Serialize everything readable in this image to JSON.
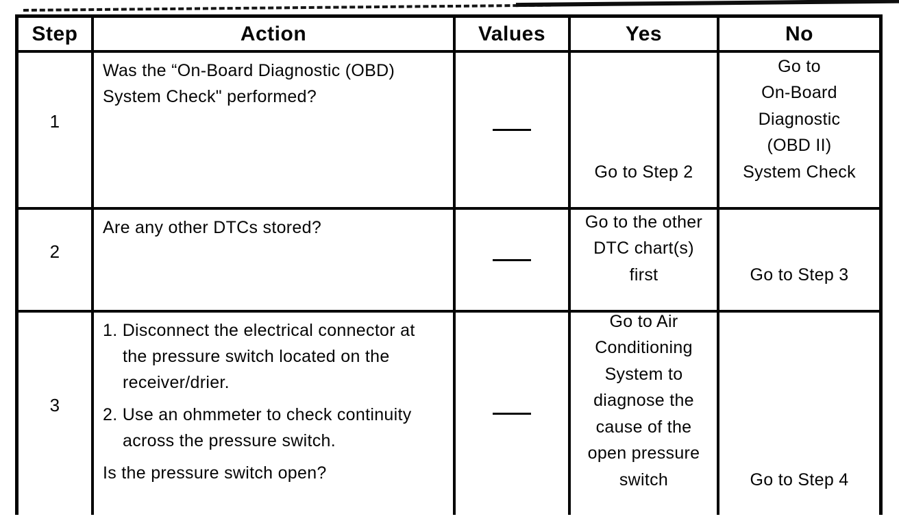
{
  "table": {
    "header": {
      "step": "Step",
      "action": "Action",
      "values": "Values",
      "yes": "Yes",
      "no": "No"
    },
    "rows": [
      {
        "step": "1",
        "action_blocks": [
          [
            "Was the “On-Board Diagnostic (OBD)",
            "System Check\" performed?"
          ]
        ],
        "values_dash": "—",
        "yes_lines": [
          "Go to Step 2"
        ],
        "no_lines": [
          "Go to",
          "On-Board",
          "Diagnostic",
          "(OBD II)",
          "System Check"
        ]
      },
      {
        "step": "2",
        "action_blocks": [
          [
            "Are any other DTCs stored?"
          ]
        ],
        "values_dash": "—",
        "yes_lines": [
          "Go to the other",
          "DTC chart(s)",
          "first"
        ],
        "no_lines": [
          "Go to Step 3"
        ]
      },
      {
        "step": "3",
        "action_blocks": [
          [
            "1. Disconnect the electrical connector at",
            "    the pressure switch located on the",
            "    receiver/drier."
          ],
          [
            "2. Use an ohmmeter to check continuity",
            "    across the pressure switch."
          ],
          [
            "Is the pressure switch open?"
          ]
        ],
        "values_dash": "—",
        "yes_lines": [
          "Go to Air",
          "Conditioning",
          "System to",
          "diagnose the",
          "cause of the",
          "open pressure",
          "switch"
        ],
        "no_lines": [
          "Go to Step 4"
        ]
      }
    ]
  }
}
